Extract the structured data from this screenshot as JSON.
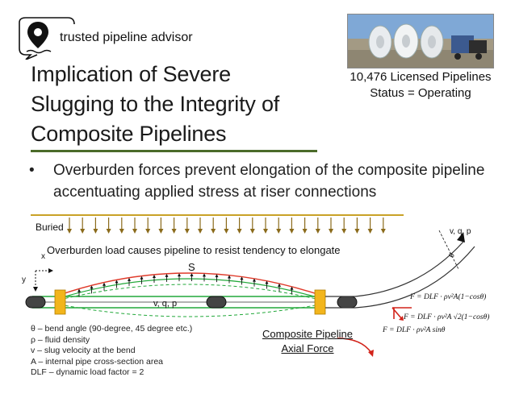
{
  "brand": {
    "name": "trusted pipeline advisor",
    "icon": "map-pin-icon"
  },
  "title": {
    "lines": [
      "Implication of Severe",
      "Slugging to the Integrity of",
      "Composite Pipelines"
    ]
  },
  "stats": {
    "line1": "10,476 Licensed Pipelines",
    "line2": "Status = Operating"
  },
  "bullet": "Overburden forces prevent elongation of the composite pipeline accentuating applied stress at riser connections",
  "diagram": {
    "buried_label": "Buried",
    "overburden_label": "Overburden load causes pipeline to resist tendency to elongate",
    "axis_x": "x",
    "axis_y": "y",
    "section_label": "S",
    "flow_label_mid": "v, q, p",
    "flow_label_riser": "v, q, p",
    "angle_label": "θ",
    "formulas": [
      "F = DLF · ρv²A(1−cosθ)",
      "F = DLF · ρv²A √2(1−cosθ)",
      "F = DLF · ρv²A sinθ"
    ],
    "result_line1": "Composite Pipeline",
    "result_line2": "Axial Force"
  },
  "legend": {
    "theta": "θ – bend angle (90-degree, 45 degree etc.)",
    "rho": "ρ – fluid density",
    "v": "v – slug velocity at the bend",
    "A": "A – internal pipe cross-section area",
    "dlf": "DLF – dynamic load factor = 2"
  },
  "colors": {
    "title_rule": "#4b6b2a",
    "pipe_green": "#22a83a",
    "pipe_red": "#e03a2a",
    "ground_line": "#c9a227",
    "arrow_brown": "#8a6a1a",
    "connector": "#f2b51c"
  }
}
